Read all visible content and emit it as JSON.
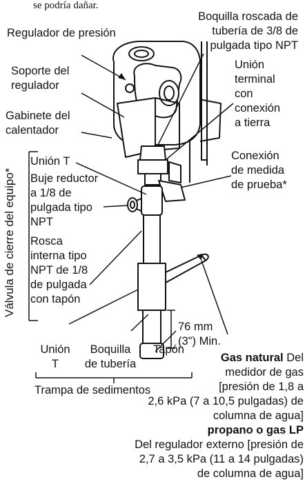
{
  "top_note": "se podría dañar.",
  "labels": {
    "pressure_regulator": "Regulador de presión",
    "nipple": "Boquilla roscada de\ntubería de 3/8 de\npulgada tipo NPT",
    "regulator_bracket": "Soporte del\nregulador",
    "ground_union": "Unión\nterminal\ncon\nconexión\na tierra",
    "heater_cabinet": "Gabinete del\ncalentador",
    "test_connection": "Conexión\nde medida\nde prueba*",
    "tee_union": "Unión T",
    "reducer_bushing": "Buje reductor\na 1/8 de\npulgada tipo",
    "npt": "NPT",
    "internal_thread": "Rosca\ninterna tipo\nNPT de 1/8\nde pulgada\ncon tapón",
    "shutoff_valve": "Válvula de cierre del equipo*",
    "min_length": "76 mm\n(3\") Min.",
    "union_t": "Unión\nT",
    "pipe_nipple": "Boquilla\nde tubería",
    "cap": "Tapón",
    "sediment_trap": "Trampa de sedimentos"
  },
  "gas_info": {
    "natural_title": "Gas natural",
    "natural_text_1": " Del",
    "natural_text_2": "medidor de gas\n[presión de 1,8 a\n2,6 kPa (7 a 10,5 pulgadas) de\ncolumna de agua]",
    "lp_title": "propano o gas LP",
    "lp_text": "Del regulador externo [presión de\n2,7 a 3,5 kPa (11 a 14 pulgadas)\nde columna de agua]"
  }
}
